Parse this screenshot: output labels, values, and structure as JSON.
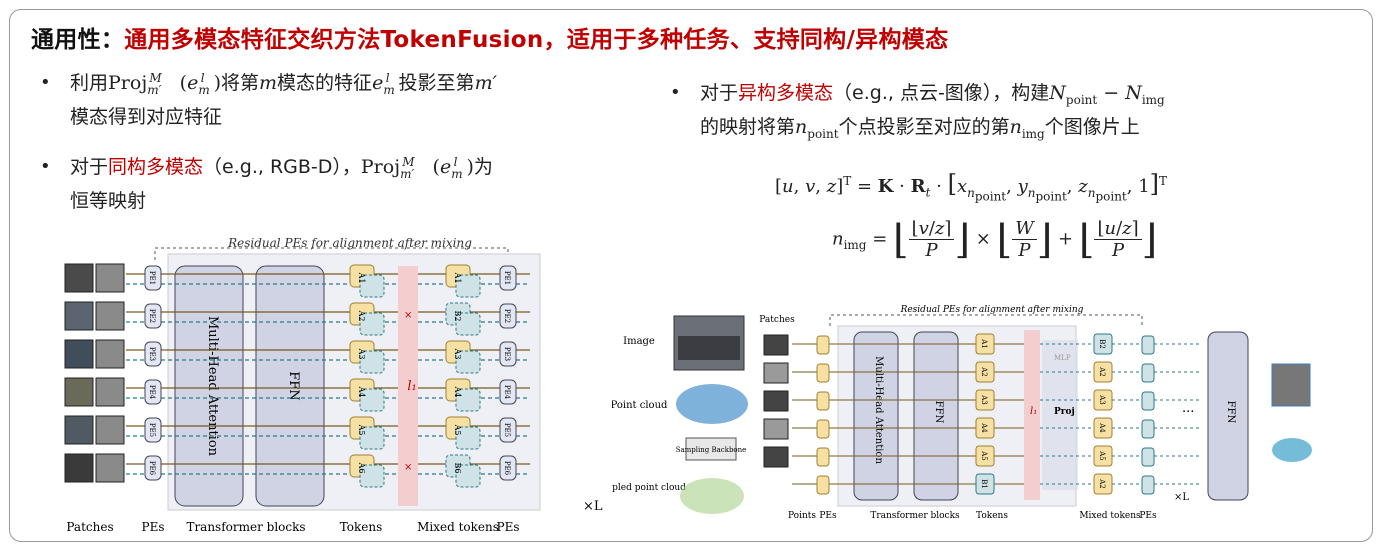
{
  "title": {
    "label": "通用性：",
    "text": "通用多模态特征交织方法TokenFusion，适用于多种任务、支持同构/异构模态"
  },
  "left_bullets": {
    "b1_pre": "利用",
    "b1_proj": "Proj",
    "b1_mid": "将第",
    "b1_m": "m",
    "b1_mid2": "模态的特征",
    "b1_post": "投影至第",
    "b1_mprime": "m′",
    "b1_line2": "模态得到对应特征",
    "b2_pre": "对于",
    "b2_red": "同构多模态",
    "b2_mid": "（e.g., RGB-D），",
    "b2_proj": "Proj",
    "b2_post": "为",
    "b2_line2": "恒等映射"
  },
  "right_bullets": {
    "b1_pre": "对于",
    "b1_red": "异构多模态",
    "b1_mid": "（e.g., 点云-图像），构建",
    "b1_line2_pre": "的映射将第",
    "b1_line2_mid": "个点投影至对应的第",
    "b1_line2_post": "个图像片上"
  },
  "left_diagram": {
    "residual_label": "Residual PEs for alignment after mixing",
    "attention_label": "Multi-Head Attention",
    "ffn_label": "FFN",
    "l1_label": "l₁",
    "times_L": "×L",
    "pe_labels": [
      "PE1",
      "PE2",
      "PE3",
      "PE4",
      "PE5",
      "PE6"
    ],
    "token_labels": [
      "A1",
      "A2",
      "A3",
      "A4",
      "A5",
      "A6"
    ],
    "mixed_labels": [
      "A1",
      "B2",
      "A3",
      "A4",
      "A5",
      "B6"
    ],
    "bottom_labels": [
      "Patches",
      "PEs",
      "Transformer blocks",
      "Tokens",
      "Mixed tokens",
      "PEs"
    ]
  },
  "right_diagram": {
    "residual_label": "Residual PEs for alignment after mixing",
    "image_label": "Image",
    "point_cloud_label": "Point cloud",
    "sampled_label": "Sampled point cloud",
    "sampling_label": "Sampling Backbone",
    "patches_label": "Patches",
    "attention_label": "Multi-Head Attention",
    "ffn_label": "FFN",
    "ffn2_label": "FFN",
    "proj_label": "Proj",
    "mlp_label": "MLP",
    "l1_label": "l₁",
    "ellipsis": "...",
    "times_L": "×L",
    "token_labels": [
      "A1",
      "A2",
      "A3",
      "A4",
      "A5",
      "B1"
    ],
    "mixed_labels": [
      "B2",
      "A2",
      "A3",
      "A4",
      "A5",
      "A2"
    ],
    "bottom_labels": [
      "Points",
      "PEs",
      "Transformer blocks",
      "Tokens",
      "Mixed tokens",
      "PEs"
    ]
  }
}
